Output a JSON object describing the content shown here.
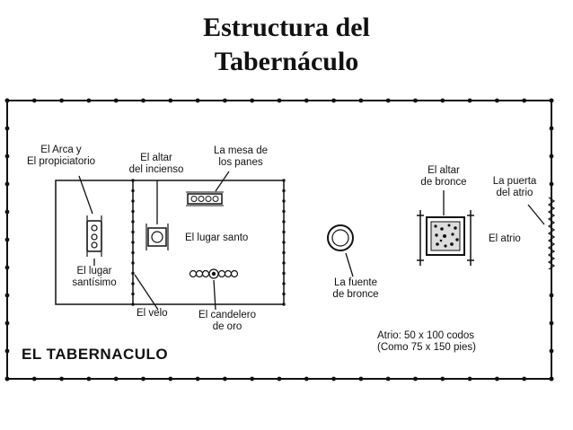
{
  "title": {
    "line1": "Estructura del",
    "line2": "Tabernáculo"
  },
  "diagram": {
    "heading": "EL TABERNACULO",
    "labels": {
      "arca_1": "El Arca y",
      "arca_2": "El propiciatorio",
      "altar_incienso_1": "El altar",
      "altar_incienso_2": "del incienso",
      "mesa_1": "La mesa de",
      "mesa_2": "los panes",
      "lugar_santo": "El lugar santo",
      "lugar_santisimo_1": "El lugar",
      "lugar_santisimo_2": "santísimo",
      "velo": "El velo",
      "candelero_1": "El candelero",
      "candelero_2": "de oro",
      "fuente_1": "La fuente",
      "fuente_2": "de bronce",
      "altar_bronce_1": "El altar",
      "altar_bronce_2": "de bronce",
      "puerta_1": "La puerta",
      "puerta_2": "del atrio",
      "atrio": "El atrio",
      "medidas_1": "Atrio: 50 x 100 codos",
      "medidas_2": "(Como 75 x 150 pies)"
    }
  }
}
